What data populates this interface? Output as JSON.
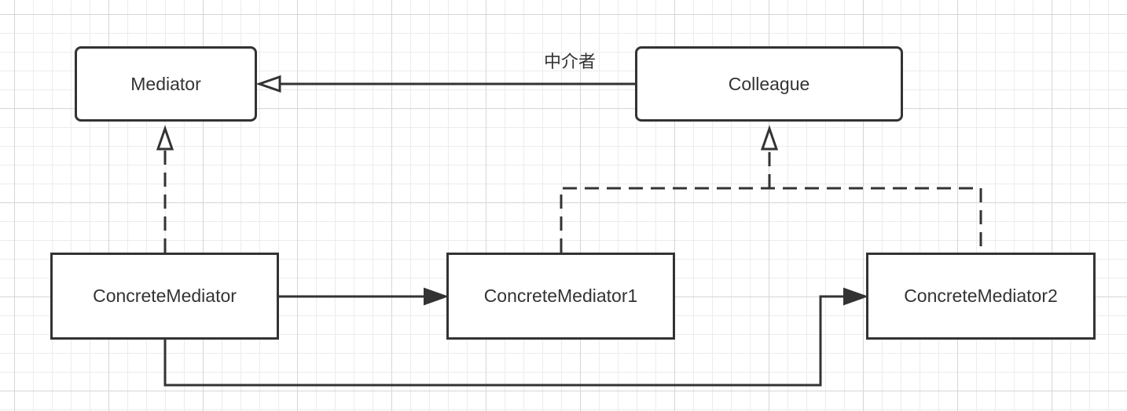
{
  "diagram": {
    "nodes": {
      "mediator": "Mediator",
      "colleague": "Colleague",
      "concrete_mediator": "ConcreteMediator",
      "concrete_mediator_1": "ConcreteMediator1",
      "concrete_mediator_2": "ConcreteMediator2"
    },
    "edge_labels": {
      "colleague_to_mediator": "中介者"
    },
    "colors": {
      "stroke": "#333333",
      "grid_major": "#d6d6d6",
      "grid_minor": "#ececec",
      "node_fill": "#ffffff"
    }
  }
}
